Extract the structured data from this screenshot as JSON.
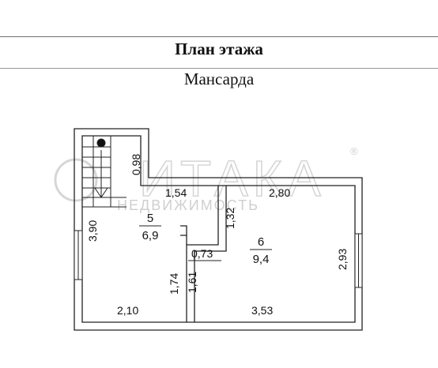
{
  "header": {
    "title": "План этажа",
    "subtitle": "Мансарда"
  },
  "watermark": {
    "brand": "ИТАКА",
    "registered": "®",
    "tagline": "НЕДВИЖИМОСТЬ"
  },
  "rooms": [
    {
      "number": "5",
      "area": "6,9"
    },
    {
      "number": "6",
      "area": "9,4"
    }
  ],
  "dimensions": {
    "stair_width": "0,98",
    "left_wall": "3,90",
    "top_left": "1,54",
    "top_right": "2,80",
    "partition_upper": "1,32",
    "right_wall": "2,93",
    "niche": "0,73",
    "partition_left": "1,74",
    "partition_right": "1,61",
    "bottom_left": "2,10",
    "bottom_right": "3,53"
  },
  "colors": {
    "wall": "#222222",
    "watermark": "#d6d6d6"
  }
}
